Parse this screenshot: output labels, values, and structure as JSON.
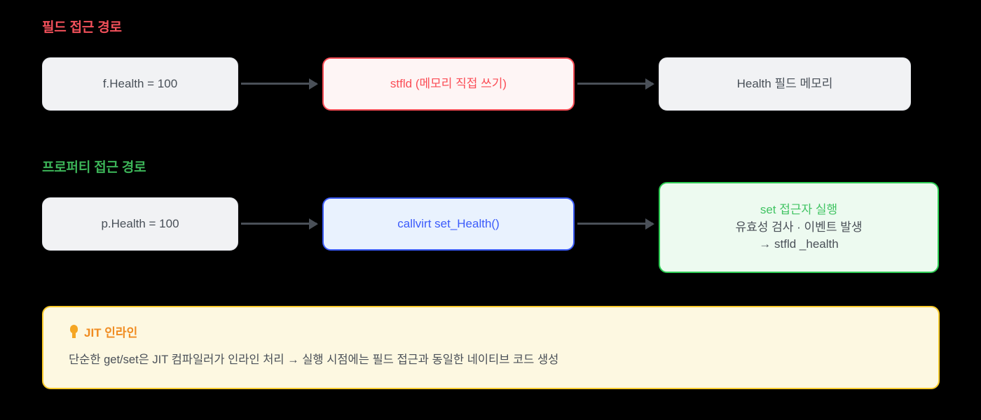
{
  "background_color": "#000000",
  "sections": [
    {
      "id": "field-path",
      "title": "필드 접근 경로",
      "title_color": "#f4515b"
    },
    {
      "id": "property-path",
      "title": "프로퍼티 접근 경로",
      "title_color": "#3cb458"
    }
  ],
  "flow": {
    "field_row": {
      "source_label": "f.Health = 100",
      "middle_label": "stfld (메모리 직접 쓰기)",
      "target_label": "Health 필드 메모리",
      "middle_color": "#fb4d56"
    },
    "property_row": {
      "source_label": "p.Health = 100",
      "middle_label": "callvirt set_Health()",
      "middle_color": "#3b5bfb",
      "accessor_lines": [
        "set 접근자 실행",
        "유효성 검사 · 이벤트 발생",
        "→ stfld _health"
      ],
      "accessor_color": "#2ecc54"
    }
  },
  "callout": {
    "icon": "lightbulb-icon",
    "title": "JIT 인라인",
    "title_color": "#f08c21",
    "body": "단순한 get/set은 JIT 컴파일러가 인라인 처리 → 실행 시점에는 필드 접근과 동일한 네이티브 코드 생성",
    "background_color": "#fdf8e1",
    "border_color": "#facb2c"
  }
}
